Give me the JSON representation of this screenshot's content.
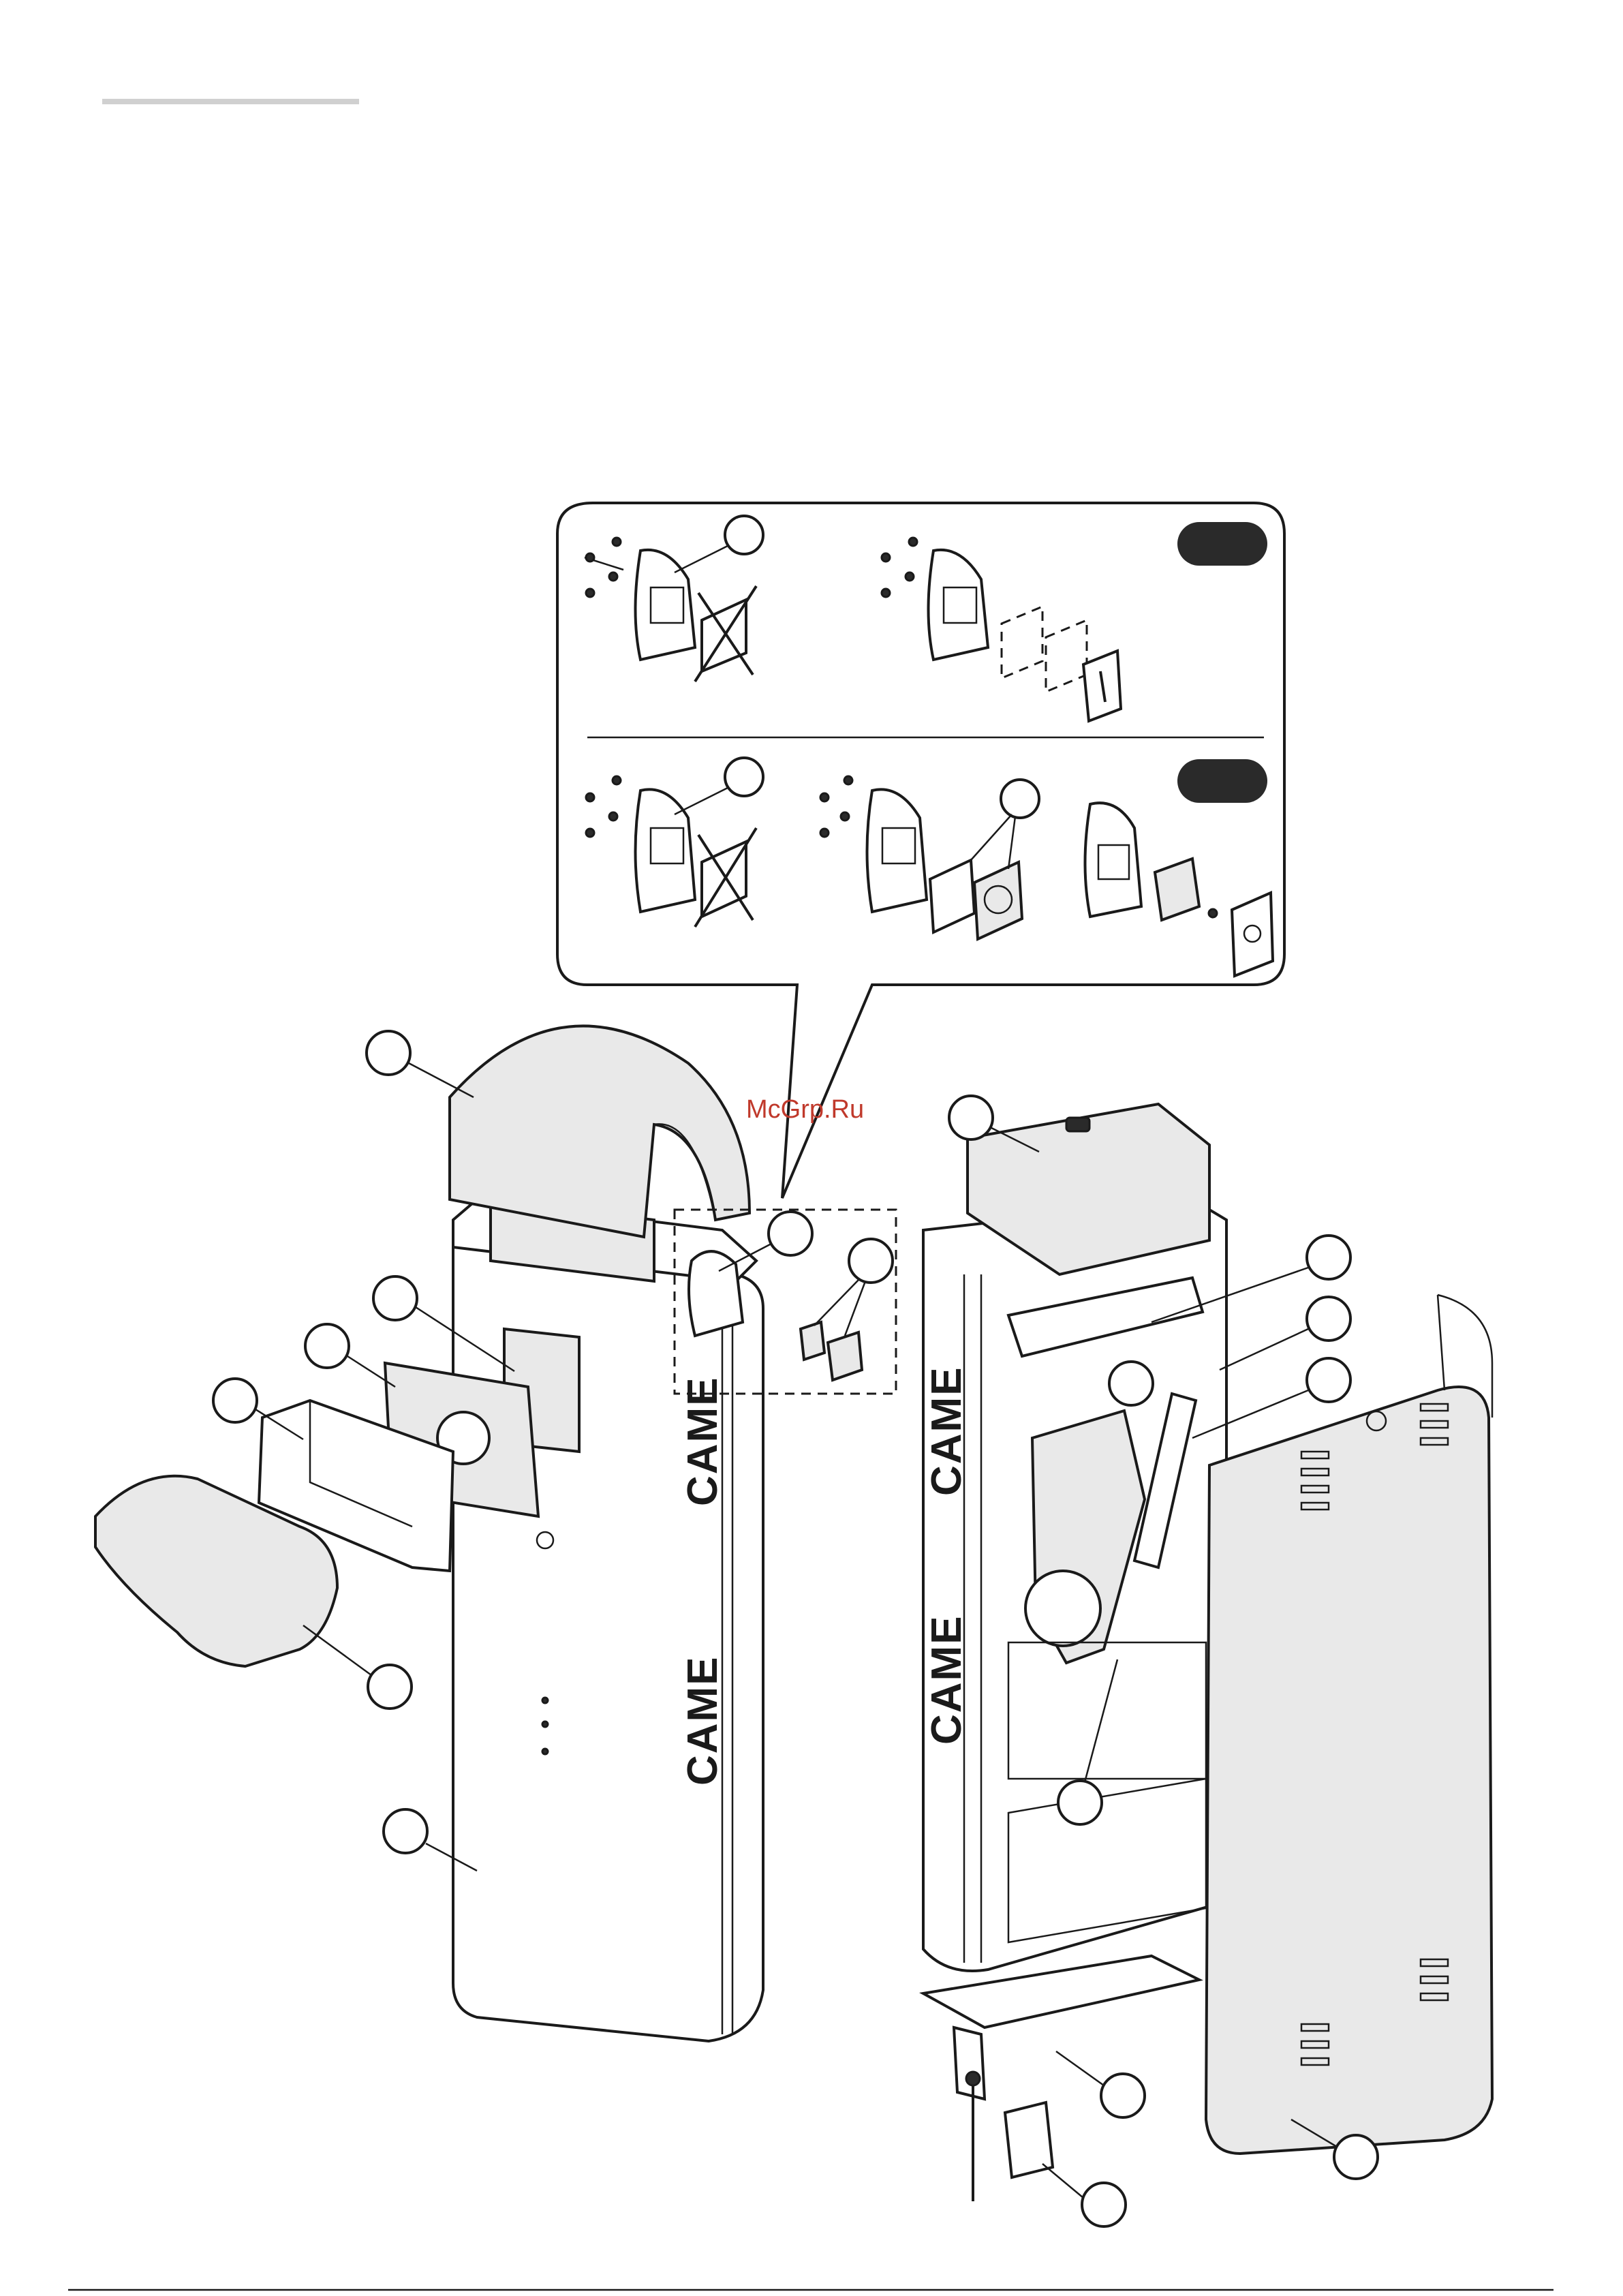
{
  "watermark": "McGrp.Ru",
  "brand_logos": [
    "CAME",
    "CAME",
    "CAME",
    "CAME"
  ],
  "colors": {
    "line": "#1a1a1a",
    "header_rule": "#d0d0d0",
    "watermark": "#c0392b",
    "badge": "#2a2a2a",
    "part_fill": "#e9e9e9"
  },
  "icons": [
    "screw-icon",
    "bracket-icon",
    "key-switch-icon",
    "gasket-icon",
    "cross-out-icon"
  ]
}
